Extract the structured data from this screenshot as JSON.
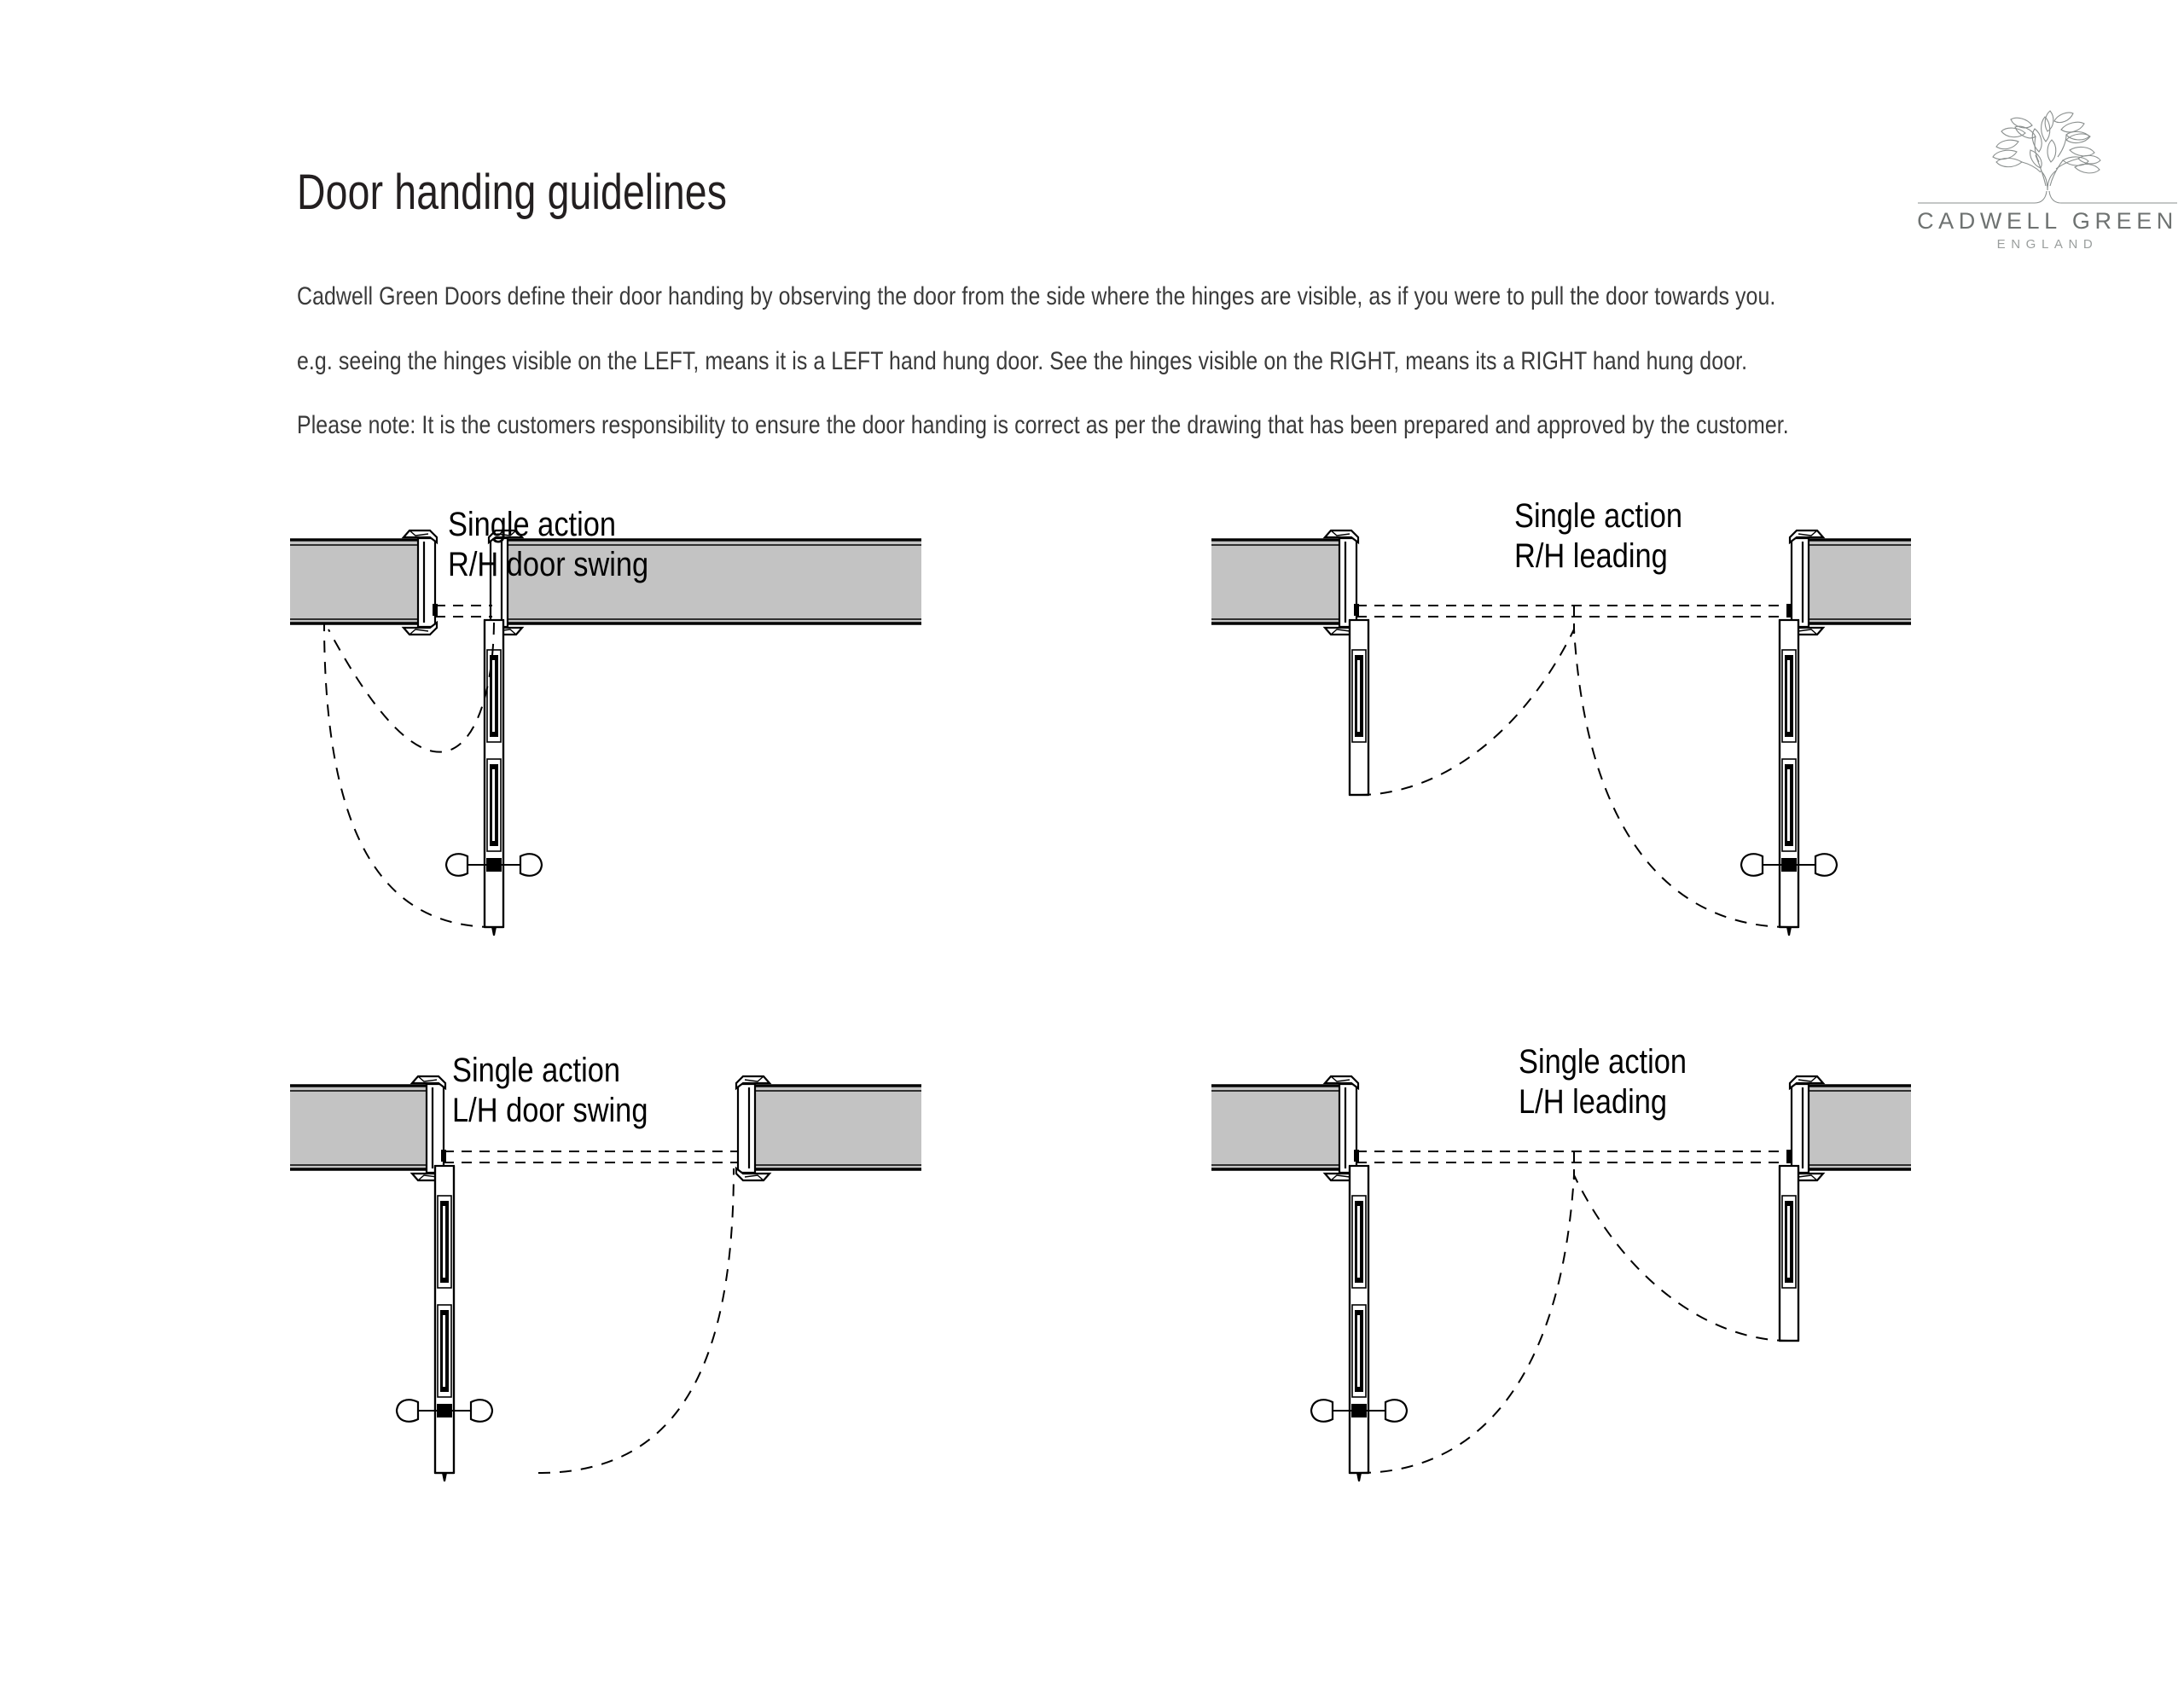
{
  "document": {
    "title": "Door handing guidelines",
    "intro": [
      "Cadwell Green Doors define their door handing by observing the door from the side where the hinges are visible, as if you were to pull the door towards you.",
      "e.g. seeing the hinges visible on the LEFT, means it is a LEFT hand hung door. See the hinges visible on the RIGHT, means its a RIGHT hand hung door.",
      "Please note: It is the customers responsibility to ensure the door handing is correct as per the drawing that has been prepared and approved by the customer."
    ]
  },
  "logo": {
    "wordmark": "CADWELL GREEN",
    "subtitle": "ENGLAND",
    "icon": "tree-icon",
    "color": "#6e7271"
  },
  "diagrams": [
    {
      "id": "single-action-rh-door-swing",
      "caption_line_1": "Single action",
      "caption_line_2": "R/H door swing",
      "leaves": 1,
      "hinge_side": "right",
      "swing": "anticlockwise"
    },
    {
      "id": "single-action-rh-leading",
      "caption_line_1": "Single action",
      "caption_line_2": "R/H leading",
      "leaves": 2,
      "hinge_side": "both",
      "leading_leaf": "right"
    },
    {
      "id": "single-action-lh-door-swing",
      "caption_line_1": "Single action",
      "caption_line_2": "L/H door swing",
      "leaves": 1,
      "hinge_side": "left",
      "swing": "clockwise"
    },
    {
      "id": "single-action-lh-leading",
      "caption_line_1": "Single action",
      "caption_line_2": "L/H leading",
      "leaves": 2,
      "hinge_side": "both",
      "leading_leaf": "left"
    }
  ],
  "style": {
    "wall_fill": "#c3c3c3",
    "line_color": "#000000",
    "page_background": "#ffffff"
  }
}
